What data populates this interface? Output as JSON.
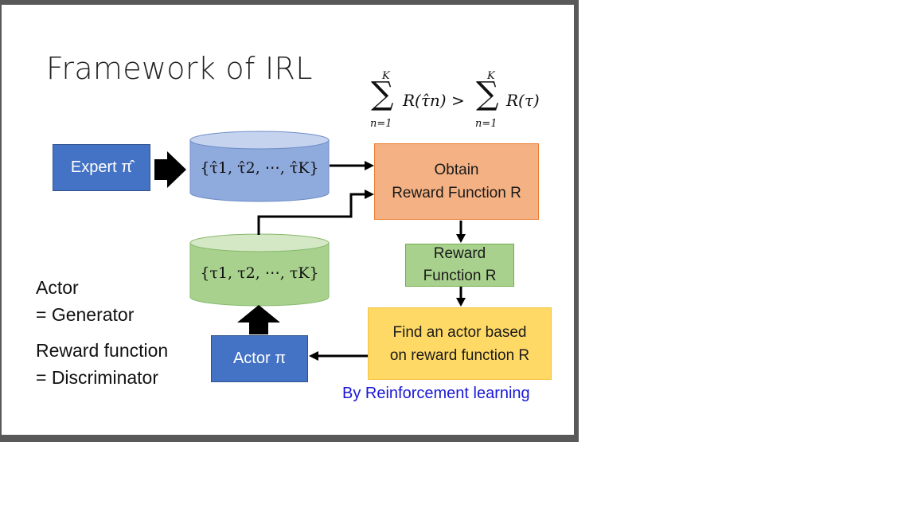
{
  "slide": {
    "title": "Framework of IRL",
    "formula": {
      "sum_top": "K",
      "sum_bottom": "n=1",
      "lhs": "R(τ̂n) >",
      "rhs": "R(τ)",
      "sum_symbol": "∑"
    },
    "expert_box": {
      "label": "Expert π̂",
      "color": "#4472c4"
    },
    "expert_set": {
      "label": "{τ̂1, τ̂2, ⋯, τ̂K}",
      "color": "#8faadc"
    },
    "actor_set": {
      "label": "{τ1, τ2, ⋯, τK}",
      "color": "#a9d18e"
    },
    "obtain_box": {
      "label": "Obtain\nReward Function R",
      "color": "#f4b183"
    },
    "reward_box": {
      "label": "Reward\nFunction R",
      "color": "#a9d18e"
    },
    "find_box": {
      "label": "Find an actor based\non reward function R",
      "color": "#ffd966"
    },
    "actor_box": {
      "label": "Actor π",
      "color": "#4472c4"
    },
    "side_notes": {
      "actor": "Actor",
      "generator": "= Generator",
      "reward_function": "Reward function",
      "discriminator": "= Discriminator"
    },
    "footer": "By Reinforcement learning"
  }
}
